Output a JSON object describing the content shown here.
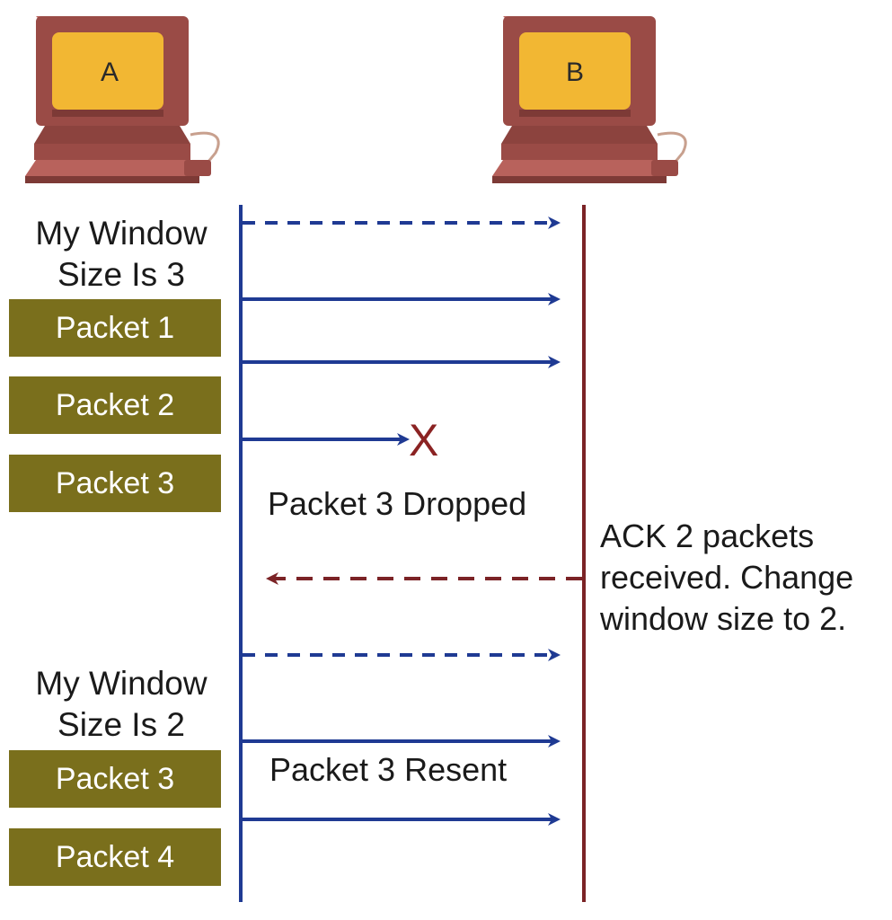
{
  "hosts": {
    "a": {
      "label": "A"
    },
    "b": {
      "label": "B"
    }
  },
  "windows": [
    {
      "line1": "My Window",
      "line2": "Size Is 3"
    },
    {
      "line1": "My Window",
      "line2": "Size Is 2"
    }
  ],
  "packets": [
    {
      "label": "Packet 1"
    },
    {
      "label": "Packet 2"
    },
    {
      "label": "Packet 3"
    },
    {
      "label": "Packet 3"
    },
    {
      "label": "Packet 4"
    }
  ],
  "annotations": {
    "drop_mark": "X",
    "dropped": "Packet 3 Dropped",
    "ack_line1": "ACK 2 packets",
    "ack_line2": "received. Change",
    "ack_line3": "window size to 2.",
    "resent": "Packet 3 Resent"
  },
  "colors": {
    "sender_line": "#1f3a93",
    "receiver_line": "#7b2326",
    "packet_box": "#7a6f1c",
    "computer_body": "#9a4b46",
    "computer_screen": "#f2b733"
  }
}
